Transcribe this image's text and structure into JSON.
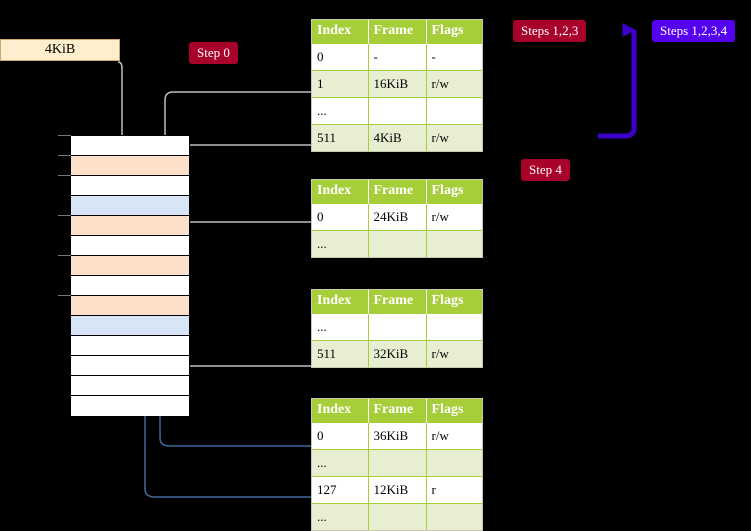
{
  "diagram": {
    "title": "multi-level page table walk",
    "background": "#000000",
    "accent_green": "#a6ce39",
    "accent_red": "#a8022b",
    "accent_purple": "#5500ee",
    "highlight_yellow": "#fbf7a0",
    "peach": "#fce0ca",
    "lightblue": "#d7e5f7",
    "cream": "#fdeecd"
  },
  "vaddr_box": {
    "label": "4KiB"
  },
  "badges": {
    "step0": "Step 0",
    "steps123": "Steps 1,2,3",
    "steps1234": "Steps 1,2,3,4",
    "step4": "Step 4"
  },
  "memory_column": {
    "name": "physical-memory",
    "row_count": 14,
    "rows": [
      {
        "fill": "white"
      },
      {
        "fill": "peach"
      },
      {
        "fill": "white"
      },
      {
        "fill": "blue"
      },
      {
        "fill": "peach"
      },
      {
        "fill": "white"
      },
      {
        "fill": "peach"
      },
      {
        "fill": "white"
      },
      {
        "fill": "peach"
      },
      {
        "fill": "blue"
      },
      {
        "fill": "white"
      },
      {
        "fill": "white"
      },
      {
        "fill": "white"
      },
      {
        "fill": "white"
      }
    ],
    "ticks": [
      0,
      1,
      2,
      4,
      6,
      8
    ]
  },
  "page_tables": [
    {
      "name": "page-table-level-0",
      "headers": [
        "Index",
        "Frame",
        "Flags"
      ],
      "rows": [
        {
          "cells": [
            "0",
            "-",
            "-"
          ],
          "alt": false,
          "highlight": false
        },
        {
          "cells": [
            "1",
            "16KiB",
            "r/w"
          ],
          "alt": true,
          "highlight": false
        },
        {
          "cells": [
            "...",
            "",
            ""
          ],
          "alt": false,
          "highlight": false
        },
        {
          "cells": [
            "511",
            "4KiB",
            "r/w"
          ],
          "alt": true,
          "highlight": true
        }
      ]
    },
    {
      "name": "page-table-level-1",
      "headers": [
        "Index",
        "Frame",
        "Flags"
      ],
      "rows": [
        {
          "cells": [
            "0",
            "24KiB",
            "r/w"
          ],
          "alt": false,
          "highlight": false
        },
        {
          "cells": [
            "...",
            "",
            ""
          ],
          "alt": true,
          "highlight": false
        }
      ]
    },
    {
      "name": "page-table-level-2",
      "headers": [
        "Index",
        "Frame",
        "Flags"
      ],
      "rows": [
        {
          "cells": [
            "...",
            "",
            ""
          ],
          "alt": false,
          "highlight": false
        },
        {
          "cells": [
            "511",
            "32KiB",
            "r/w"
          ],
          "alt": true,
          "highlight": false
        }
      ]
    },
    {
      "name": "page-table-level-3",
      "headers": [
        "Index",
        "Frame",
        "Flags"
      ],
      "rows": [
        {
          "cells": [
            "0",
            "36KiB",
            "r/w"
          ],
          "alt": false,
          "highlight": false
        },
        {
          "cells": [
            "...",
            "",
            ""
          ],
          "alt": true,
          "highlight": false
        },
        {
          "cells": [
            "127",
            "12KiB",
            "r"
          ],
          "alt": false,
          "highlight": false
        },
        {
          "cells": [
            "...",
            "",
            ""
          ],
          "alt": true,
          "highlight": false
        }
      ]
    }
  ]
}
